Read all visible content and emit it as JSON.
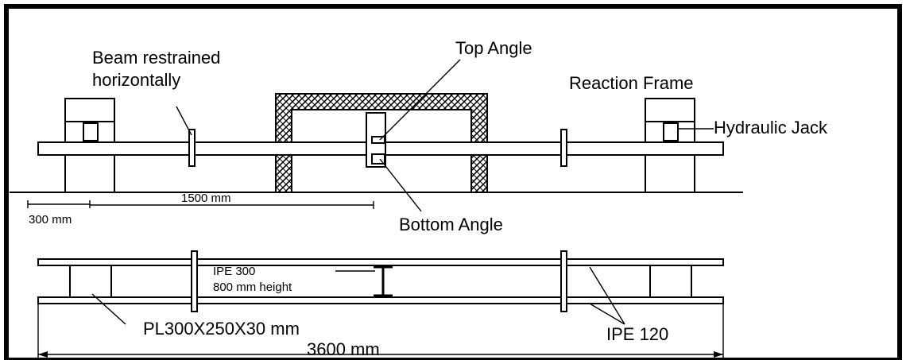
{
  "labels": {
    "beam_restrained_line1": "Beam restrained",
    "beam_restrained_line2": "horizontally",
    "top_angle": "Top Angle",
    "reaction_frame": "Reaction Frame",
    "hydraulic_jack": "Hydraulic Jack",
    "dim_1500": "1500 mm",
    "dim_300": "300 mm",
    "bottom_angle": "Bottom Angle",
    "ipe300": "IPE 300",
    "height_800": "800 mm height",
    "plate": "PL300X250X30 mm",
    "ipe120": "IPE 120",
    "dim_3600": "3600 mm"
  }
}
